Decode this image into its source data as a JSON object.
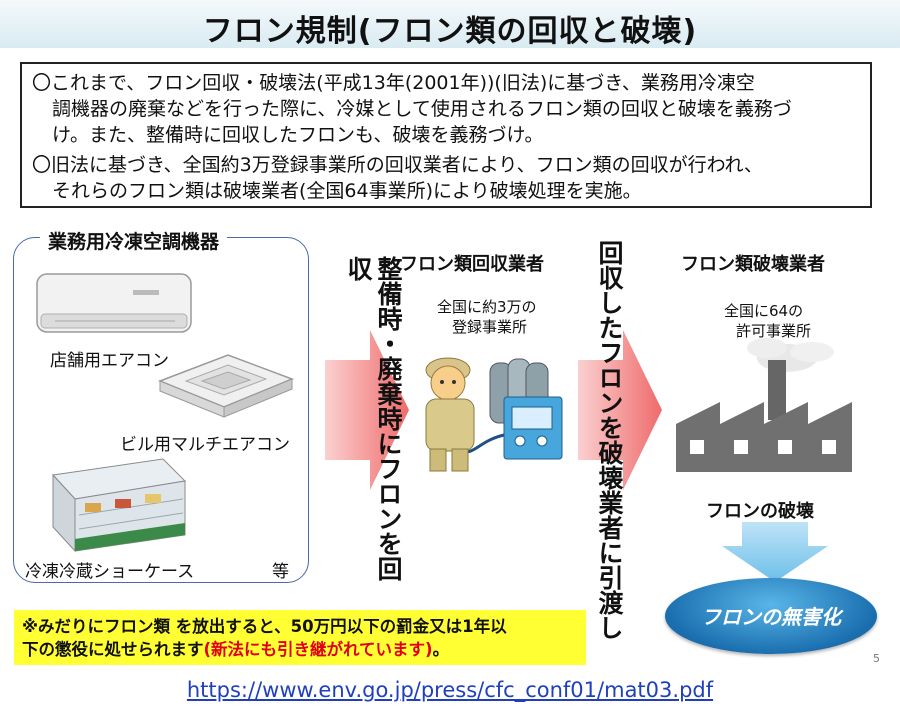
{
  "slide": {
    "title": "フロン規制(フロン類の回収と破壊)",
    "summary": {
      "p1_l1": "〇これまで、フロン回収・破壊法(平成13年(2001年))(旧法)に基づき、業務用冷凍空",
      "p1_l2": "調機器の廃棄などを行った際に、冷媒として使用されるフロン類の回収と破壊を義務づ",
      "p1_l3": "け。また、整備時に回収したフロンも、破壊を義務づけ。",
      "p2_l1": "〇旧法に基づき、全国約3万登録事業所の回収業者により、フロン類の回収が行われ、",
      "p2_l2": "それらのフロン類は破壊業者(全国64事業所)により破壊処理を実施。"
    },
    "equipment": {
      "title": "業務用冷凍空調機器",
      "shop_ac": "店舗用エアコン",
      "building_ac": "ビル用マルチエアコン",
      "showcase": "冷凍冷蔵ショーケース",
      "etc": "等"
    },
    "arrow1_text": "整備時・廃棄時にフロンを回収",
    "collector": {
      "title": "フロン類回収業者",
      "count_l1": "全国に約3万の",
      "count_l2": "登録事業所"
    },
    "arrow2_text": "回収したフロンを破壊業者に引渡し",
    "destroyer": {
      "title": "フロン類破壊業者",
      "count_l1": "全国に64の",
      "count_l2": "許可事業所"
    },
    "destruction_label": "フロンの破壊",
    "result_label": "フロンの無害化",
    "note": {
      "l1": "※みだりにフロン類 を放出すると、50万円以下の罰金又は1年以",
      "l2_a": "下の懲役に処せられます",
      "l2_b": "(新法にも引き継がれています)",
      "l2_c": "。"
    },
    "page_number": "5",
    "url": "https://www.env.go.jp/press/cfc_conf01/mat03.pdf"
  }
}
